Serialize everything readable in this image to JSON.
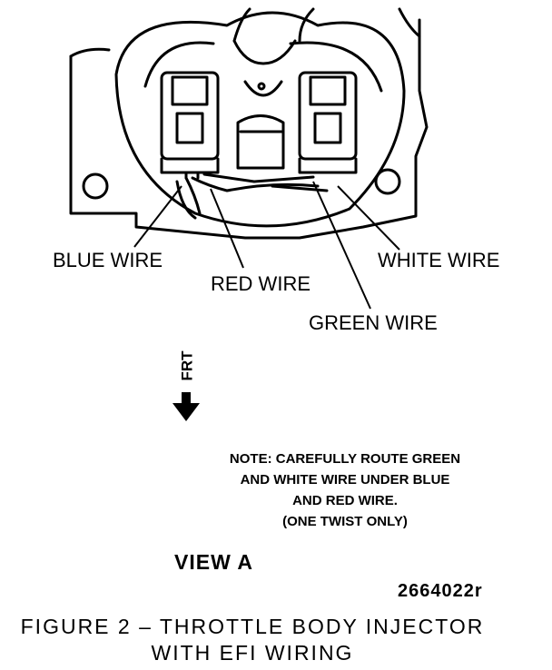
{
  "labels": {
    "blue_wire": "BLUE WIRE",
    "red_wire": "RED WIRE",
    "white_wire": "WHITE WIRE",
    "green_wire": "GREEN WIRE",
    "front": "FRT"
  },
  "note": {
    "line1": "NOTE: CAREFULLY ROUTE GREEN",
    "line2": "AND WHITE WIRE UNDER BLUE",
    "line3": "AND RED WIRE.",
    "line4": "(ONE TWIST ONLY)"
  },
  "view_label": "VIEW  A",
  "figure_code": "2664022r",
  "caption": {
    "line1": "FIGURE 2 – THROTTLE BODY INJECTOR",
    "line2": "WITH EFI WIRING"
  }
}
